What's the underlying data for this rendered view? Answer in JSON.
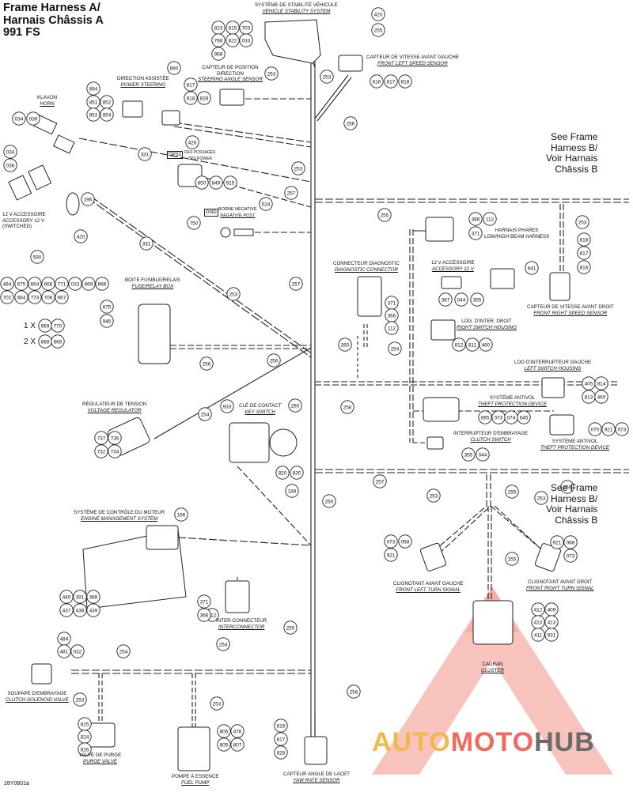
{
  "title": [
    "Frame Harness A/",
    "Harnais Châssis A",
    "991 FS"
  ],
  "see_harness_b": [
    "See Frame",
    "Harness B/",
    "Voir Harnais",
    "Châssis B"
  ],
  "multipliers": [
    "1 X",
    "2 X"
  ],
  "drawing_code": "28Y0801a",
  "watermark": {
    "part1": "AUTO",
    "part2": "MOTO",
    "part3": "HUB",
    "colors": [
      "#f2b94a",
      "#ee6b5f",
      "#6b6b6b"
    ]
  },
  "components": {
    "vsc": [
      "SYSTÈME DE STABILITÉ VÉHICULE",
      "VEHICLE STABILITY SYSTEM"
    ],
    "speed_fl": [
      "CAPTEUR DE VITESSE AVANT GAUCHE",
      "FRONT LEFT SPEED SENSOR"
    ],
    "steering_angle": [
      "CAPTEUR DE POSITION",
      "DIRECTION",
      "STEERING ANGLE SENSOR"
    ],
    "power_steering": [
      "DIRECTION ASSISTÉE",
      "POWER STEERING"
    ],
    "horn": [
      "KLAXON",
      "HORN"
    ],
    "dps": "DPS2",
    "dps_ground": [
      "DES POSSAGES",
      "DPS POWER"
    ],
    "accessory_switched": [
      "12 V ACCESSOIRE",
      "ACCESSORY 12 V",
      "(SWITCHED)"
    ],
    "gnd": "GND",
    "negative_post": [
      "BORNE NÉGATIVE",
      "NEGATIVE POST"
    ],
    "headlight": [
      "HARNAIS PHARES",
      "LOW/HIGH BEAM HARNESS"
    ],
    "fuse_box": [
      "BOITE FUSIBLE/RELAIS",
      "FUSE/RELAY BOX"
    ],
    "diag": [
      "CONNECTEUR DIAGNOSTIC",
      "DIAGNOSTIC CONNECTOR"
    ],
    "accessory_12v": [
      "12 V ACCESSOIRE",
      "ACCESSORY 12 V"
    ],
    "speed_fr": [
      "CAPTEUR DE VITESSE AVANT DROIT",
      "FRONT RIGHT SPEED SENSOR"
    ],
    "right_switch": [
      "LOG. D'INTER. DROIT",
      "RIGHT SWITCH HOUSING"
    ],
    "left_switch": [
      "LOG D'INTERRUPTEUR GAUCHE",
      "LEFT SWITCH HOUSING"
    ],
    "regulator": [
      "RÉGULATEUR DE TENSION",
      "VOLTAGE REGULATOR"
    ],
    "key_switch": [
      "CLÉ DE CONTACT",
      "KEY SWITCH"
    ],
    "theft1": [
      "SYSTÈME ANTIVOL",
      "THEFT PROTECTION DEVICE"
    ],
    "theft2": [
      "SYSTÈME ANTIVOL",
      "THEFT PROTECTION DEVICE"
    ],
    "clutch_switch": [
      "INTERRUPTEUR D'EMBRAYAGE",
      "CLUTCH SWITCH"
    ],
    "ems": [
      "SYSTÈME DE CONTRÔLE DU MOTEUR",
      "ENGINE MANAGEMENT SYSTEM"
    ],
    "turn_fl": [
      "CLIGNOTANT AVANT GAUCHE",
      "FRONT LEFT TURN SIGNAL"
    ],
    "turn_fr": [
      "CLIGNOTANT AVANT DROIT",
      "FRONT RIGHT TURN SIGNAL"
    ],
    "interconnector": [
      "INTER-CONNECTEUR",
      "INTERCONNECTOR"
    ],
    "cluster": [
      "CADRAN",
      "CLUSTER"
    ],
    "clutch_valve": [
      "SOUPAPE D'EMBRAYAGE",
      "CLUTCH SOLENOID VALVE"
    ],
    "purge_valve": [
      "VALVE DE PURGE",
      "PURGE VALVE"
    ],
    "fuel_pump": [
      "POMPE À ESSENCE",
      "FUEL PUMP"
    ],
    "yaw": [
      "CAPTEUR ANGLE DE LACET",
      "YAW RATE SENSOR"
    ]
  },
  "callouts": {
    "c420a": "420",
    "c255a": "255",
    "c823": "823",
    "c815": "815",
    "c703": "703",
    "c766": "766",
    "c822": "822",
    "c033a": "033",
    "c968": "968",
    "c816a": "816",
    "c817a": "817",
    "c818a": "818",
    "c253a": "253",
    "c253b": "253",
    "c890": "890",
    "c817b": "817",
    "c818b": "818",
    "c828a": "828",
    "c894": "894",
    "c851": "851",
    "c852": "852",
    "c853": "853",
    "c854": "854",
    "c034a": "034",
    "c036a": "036",
    "c256a": "256",
    "c426": "426",
    "c331a": "331",
    "c034b": "034",
    "c036b": "036",
    "c253c": "253",
    "c850": "850",
    "c849": "849",
    "c915": "915",
    "c196a": "196",
    "c257a": "257",
    "c420b": "420",
    "c590": "590",
    "c331b": "331",
    "c750": "750",
    "c524": "524",
    "c255b": "255",
    "c253d": "253",
    "c366a": "366",
    "c112a": "112",
    "c371a": "371",
    "c818c": "818",
    "c817c": "817",
    "c816b": "816",
    "f484": "484",
    "f675": "675",
    "f664": "664",
    "f668": "668",
    "f771": "771",
    "f033": "033",
    "f669": "669",
    "f666": "666",
    "f702": "702",
    "f684": "684",
    "f773": "773",
    "f706": "706",
    "f667": "667",
    "c253e": "253",
    "c257b": "257",
    "c641": "641",
    "c387": "387",
    "c044a": "044",
    "c355a": "355",
    "c875": "875",
    "c946": "946",
    "c371b": "371",
    "c366b": "366",
    "c112b": "112",
    "c669": "669",
    "c770": "770",
    "c668": "668",
    "c666": "666",
    "c812": "812",
    "c811": "811",
    "c460a": "460",
    "c260a": "260",
    "c254a": "254",
    "c256b": "256",
    "c256c": "256",
    "c405": "405",
    "c814": "814",
    "c813": "813",
    "c460b": "460",
    "c256d": "256",
    "c254b": "254",
    "c933": "933",
    "c260b": "260",
    "c065": "065",
    "c073a": "073",
    "c074": "074",
    "c645": "645",
    "c070": "070",
    "c921a": "921",
    "c073b": "073",
    "c737": "737",
    "c736": "736",
    "c732": "732",
    "c734": "734",
    "c820": "820",
    "c830": "830",
    "c355b": "355",
    "c044b": "044",
    "c257c": "257",
    "c256e": "256",
    "c188": "188",
    "c260c": "260",
    "c253f": "253",
    "c255c": "255",
    "c253g": "253",
    "c196b": "196",
    "c073c": "073",
    "c068a": "068",
    "c921b": "921",
    "c921c": "921",
    "c068b": "068",
    "c073d": "073",
    "c255d": "255",
    "c440": "440",
    "c391": "391",
    "c388": "388",
    "c437": "437",
    "c438": "438",
    "c439": "439",
    "c371c": "371",
    "c112c": "112",
    "c366c": "366",
    "c412": "412",
    "c409": "409",
    "c410": "410",
    "c413": "413",
    "c411": "411",
    "c831": "831",
    "c255e": "255",
    "c484": "484",
    "c481": "481",
    "c032": "032",
    "c254c": "254",
    "c254d": "254",
    "c253h": "253",
    "c253i": "253",
    "c258": "258",
    "c825": "825",
    "c824": "824",
    "c826": "826",
    "c806": "806",
    "c476": "476",
    "c805": "805",
    "c807": "807",
    "c816c": "816",
    "c817d": "817",
    "c828b": "828"
  }
}
